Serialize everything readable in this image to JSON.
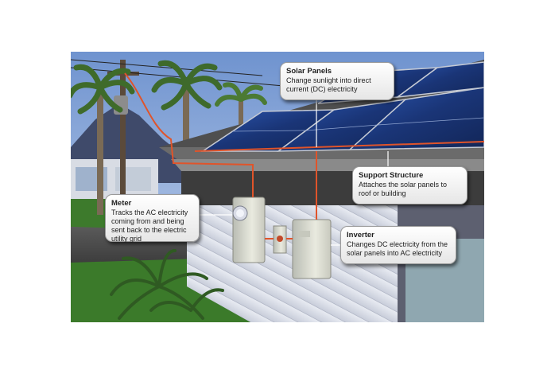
{
  "colors": {
    "sky_top": "#7d9fd6",
    "sky_bottom": "#c9d8ef",
    "panel_blue": "#1f3f8a",
    "roof": "#5a5a5a",
    "wall_siding": "#d9dde8",
    "wire": "#e0542a",
    "grass": "#3d7a2c",
    "callout_border": "#9a9a9a"
  },
  "callouts": {
    "solar_panels": {
      "title": "Solar Panels",
      "description": "Change sunlight into direct current (DC) electricity"
    },
    "support_structure": {
      "title": "Support Structure",
      "description": "Attaches the solar panels to roof or building"
    },
    "meter": {
      "title": "Meter",
      "description": "Tracks the AC electricity coming from and being sent back to the electric utility grid"
    },
    "inverter": {
      "title": "Inverter",
      "description": "Changes DC electricity from the solar panels into AC electricity"
    }
  }
}
